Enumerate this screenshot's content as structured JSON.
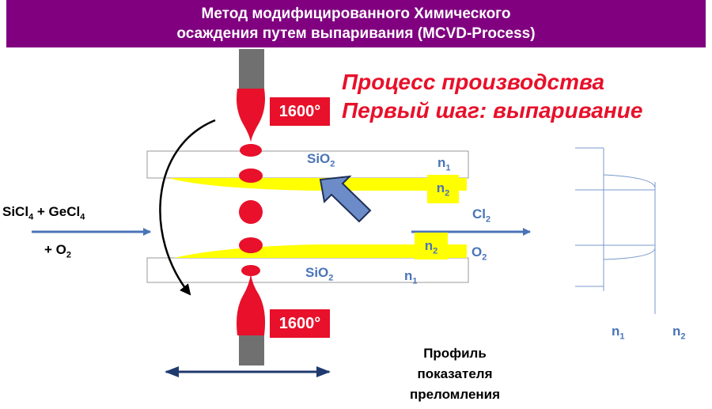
{
  "header": {
    "line1": "Метод модифицированного Химического",
    "line2": "осаждения путем выпаривания (MCVD-Process)"
  },
  "subtitle": {
    "line1": "Процесс производства",
    "line2": "Первый шаг: выпаривание"
  },
  "burner": {
    "top_temp": "1600°",
    "bottom_temp": "1600°"
  },
  "tube": {
    "upper_material": "SiO",
    "upper_material_sub": "2",
    "lower_material": "SiO",
    "lower_material_sub": "2",
    "upper_n1": "n",
    "upper_n1_sub": "1",
    "upper_n2": "n",
    "upper_n2_sub": "2",
    "lower_n2": "n",
    "lower_n2_sub": "2",
    "lower_n1": "n",
    "lower_n1_sub": "1"
  },
  "inputs": {
    "sicl": "SiCl",
    "sicl_sub": "4",
    "plus_gecl": " + GeCl",
    "gecl_sub": "4",
    "plus_o": "+ O",
    "o_sub": "2"
  },
  "outputs": {
    "cl": "Cl",
    "cl_sub": "2",
    "o": "O",
    "o_sub": "2"
  },
  "profile": {
    "n1": "n",
    "n1_sub": "1",
    "n2": "n",
    "n2_sub": "2",
    "caption_line1": "Профиль",
    "caption_line2": "показателя",
    "caption_line3": "преломления"
  },
  "colors": {
    "banner": "#800080",
    "flame": "#e8102a",
    "core": "#ffff00",
    "gas_arrow": "#4a74b8",
    "burner_body": "#707070",
    "traverse_arrow": "#1f3a6e"
  }
}
